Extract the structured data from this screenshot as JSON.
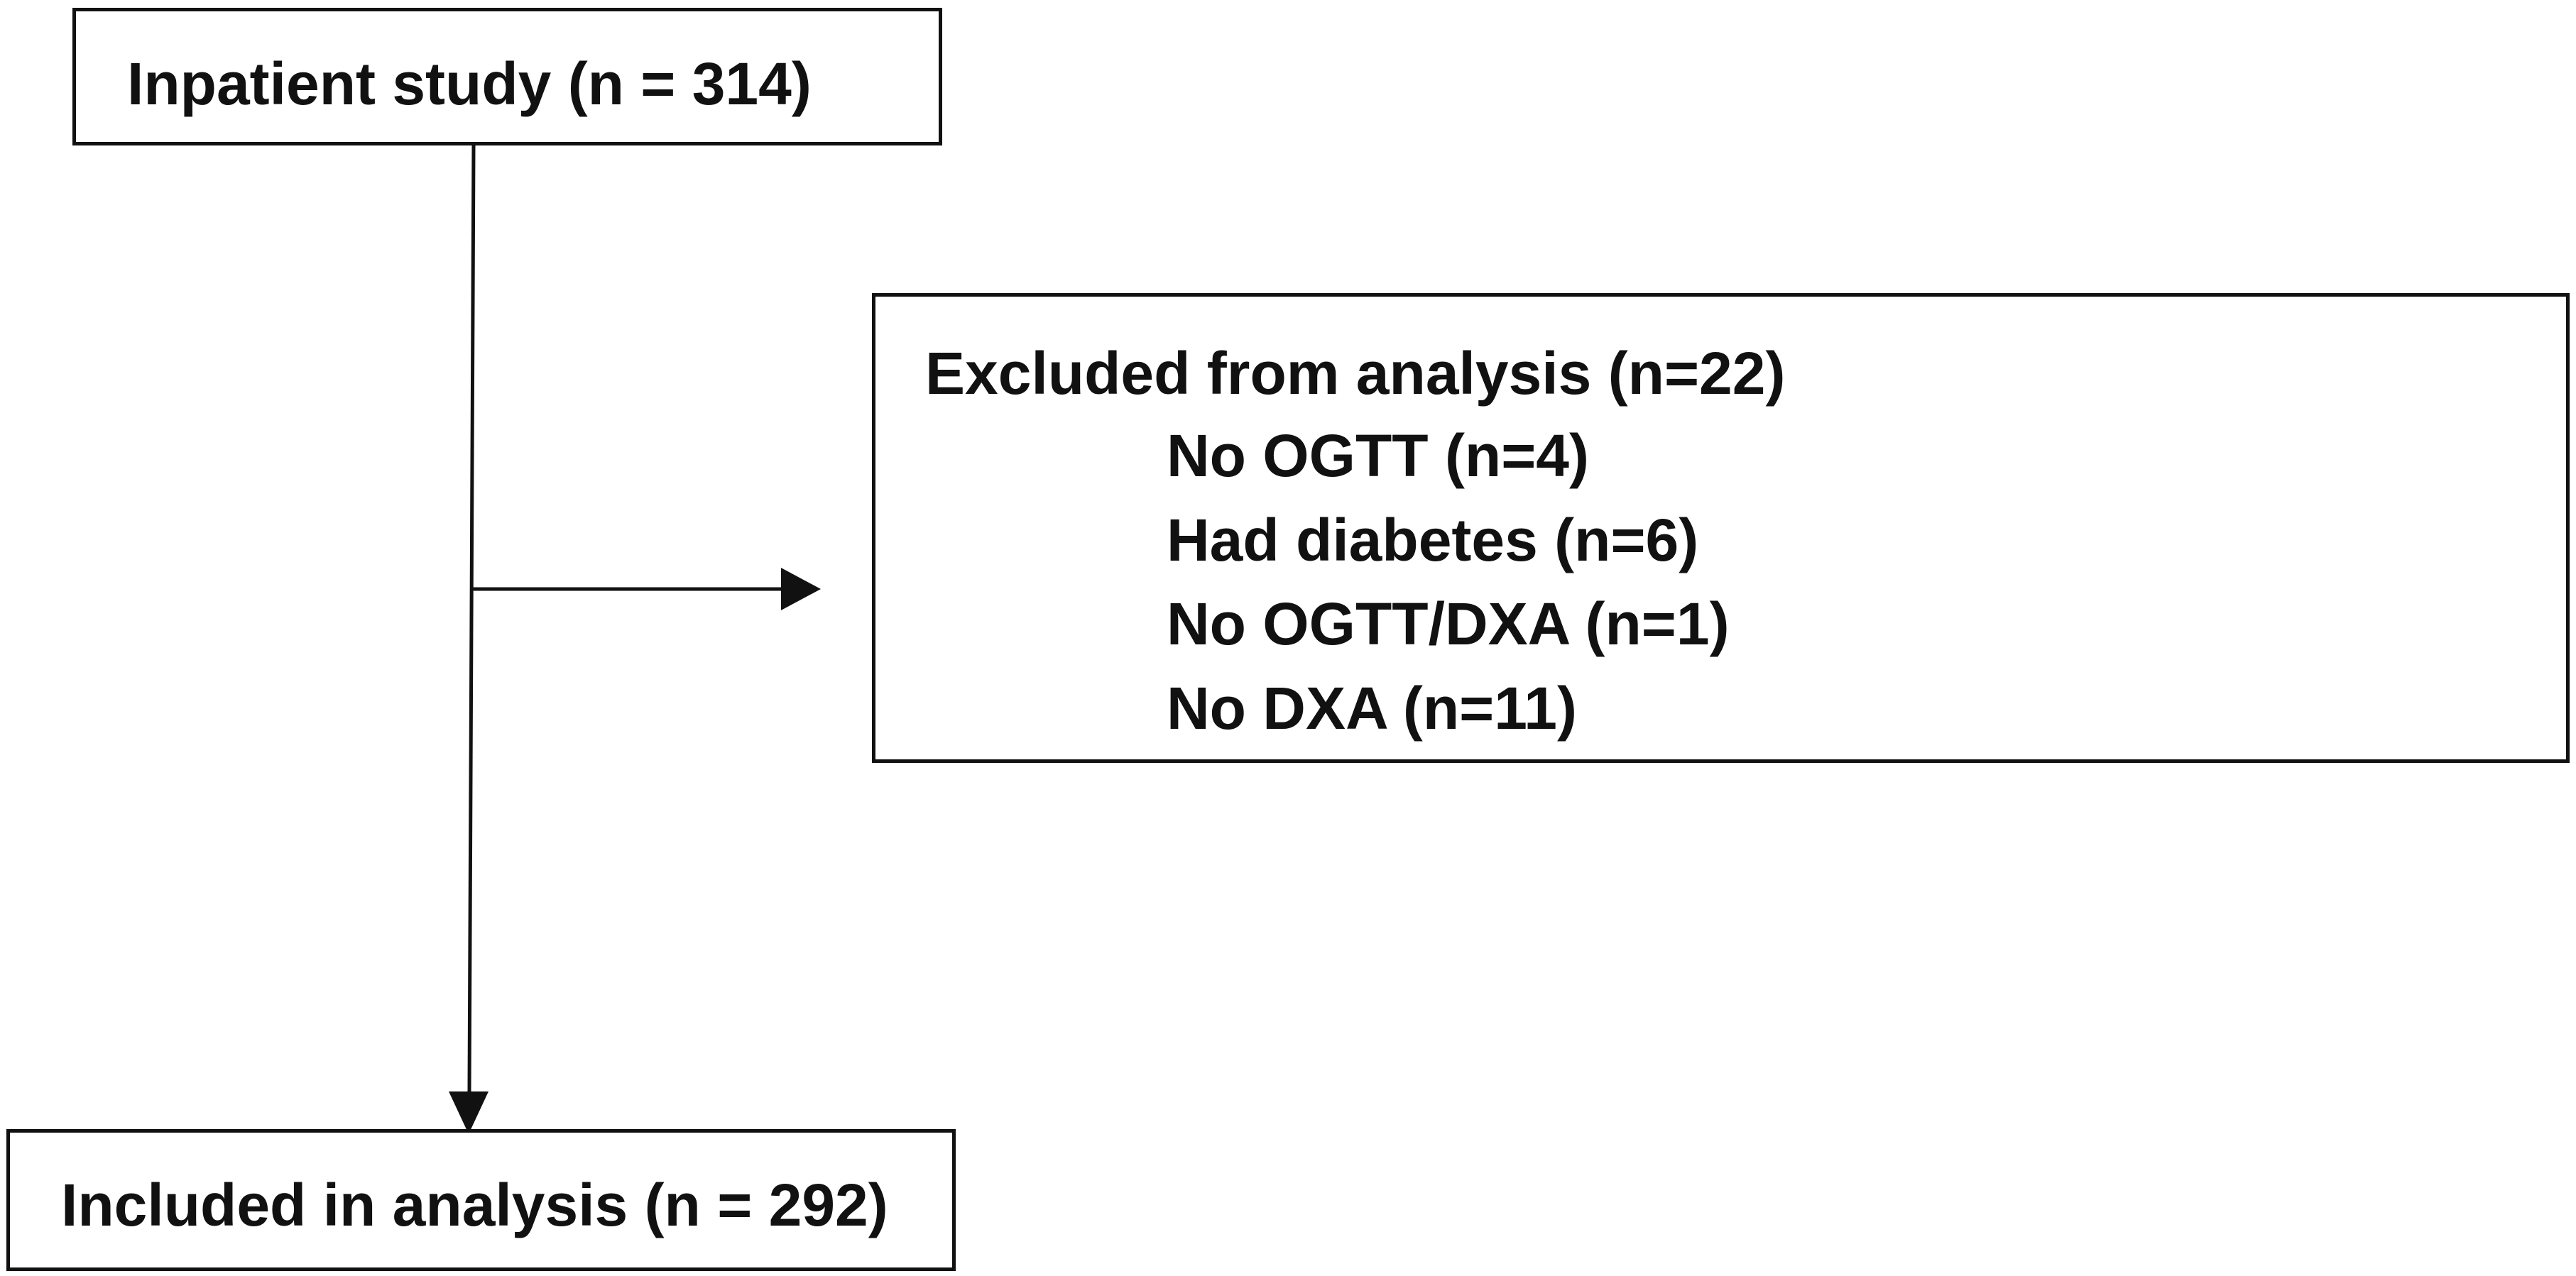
{
  "flowchart": {
    "top_box": {
      "label": "Inpatient study (n = 314)"
    },
    "excluded_box": {
      "title": "Excluded from analysis (n=22)",
      "reasons": [
        "No OGTT (n=4)",
        "Had diabetes (n=6)",
        "No OGTT/DXA (n=1)",
        "No DXA (n=11)"
      ]
    },
    "included_box": {
      "label": "Included in analysis (n = 292)"
    }
  },
  "colors": {
    "line": "#111111",
    "background": "#ffffff",
    "text": "#111111"
  }
}
